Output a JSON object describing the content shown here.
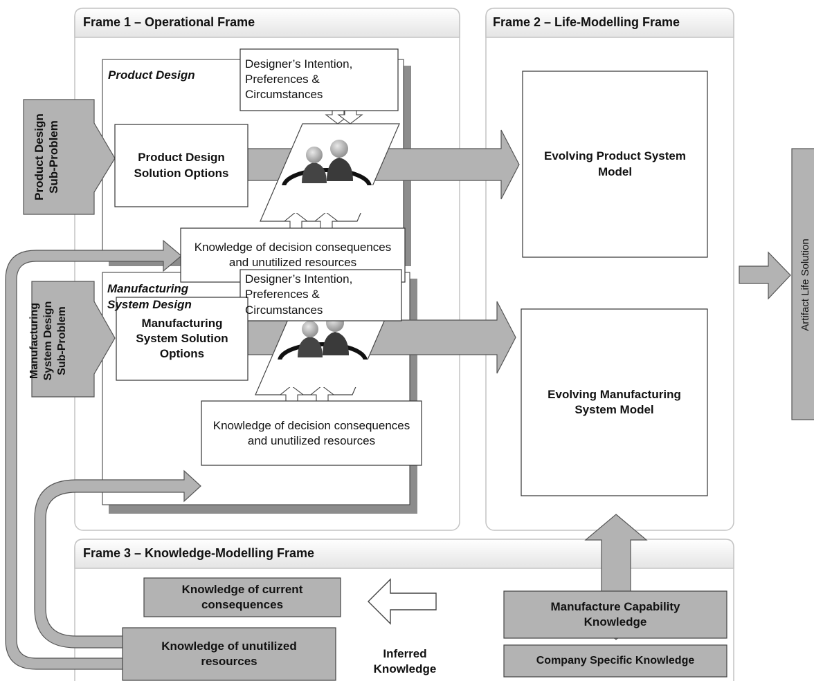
{
  "frames": {
    "frame1_title": "Frame 1 – Operational Frame",
    "frame2_title": "Frame 2 – Life-Modelling Frame",
    "frame3_title": "Frame 3 – Knowledge-Modelling Frame"
  },
  "product": {
    "section_title": "Product Design",
    "intention": "Designer’s Intention, Preferences & Circumstances",
    "solution_options": "Product Design Solution Options",
    "knowledge": "Knowledge of decision consequences and unutilized resources",
    "subproblem": "Product Design Sub-Problem",
    "model": "Evolving Product System Model"
  },
  "manufacturing": {
    "section_title": "Manufacturing System Design",
    "intention": "Designer’s Intention, Preferences & Circumstances",
    "solution_options": "Manufacturing System Solution Options",
    "knowledge": "Knowledge of decision consequences and unutilized resources",
    "subproblem": "Manufacturing System Design Sub-Problem",
    "model": "Evolving Manufacturing System Model"
  },
  "knowledge_frame": {
    "current_consequences": "Knowledge of current consequences",
    "unutilized_resources": "Knowledge of unutilized resources",
    "inferred": "Inferred Knowledge",
    "capability": "Manufacture Capability Knowledge",
    "company": "Company Specific Knowledge"
  },
  "output": {
    "artifact": "Artifact Life Solution"
  },
  "colors": {
    "box_fill": "#b3b3b3",
    "arrow_fill": "#b3b3b3",
    "frame_header": "#ededed",
    "stroke": "#555555"
  }
}
